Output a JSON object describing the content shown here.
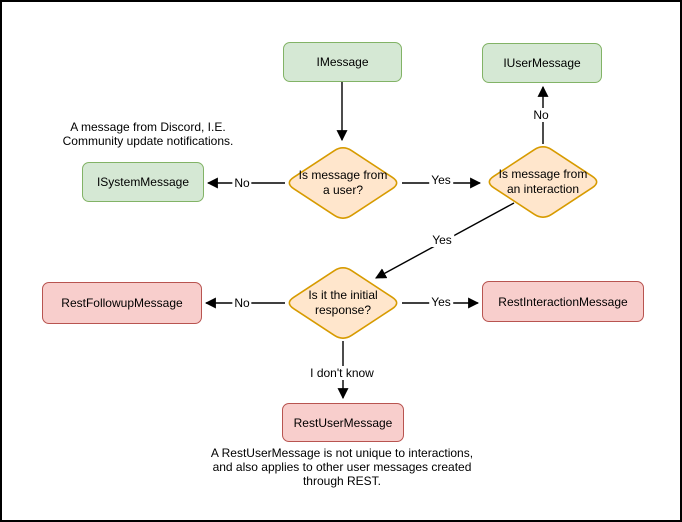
{
  "colors": {
    "background": "#ffffff",
    "border": "#000000",
    "text": "#000000",
    "arrow": "#000000",
    "green_fill": "#d5e8d4",
    "green_stroke": "#82b366",
    "orange_fill": "#ffe6cc",
    "orange_stroke": "#d79b00",
    "red_fill": "#f8cecc",
    "red_stroke": "#b85450"
  },
  "nodes": {
    "imessage": {
      "label": "IMessage"
    },
    "iusermessage": {
      "label": "IUserMessage"
    },
    "isystemmessage": {
      "label": "ISystemMessage"
    },
    "decision_user": {
      "label": "Is message from\na user?"
    },
    "decision_interaction": {
      "label": "Is message from\nan interaction"
    },
    "decision_initial": {
      "label": "Is it the initial\nresponse?"
    },
    "restfollowupmessage": {
      "label": "RestFollowupMessage"
    },
    "restinteractionmessage": {
      "label": "RestInteractionMessage"
    },
    "restusermessage": {
      "label": "RestUserMessage"
    }
  },
  "edge_labels": {
    "user_no": "No",
    "user_yes": "Yes",
    "interaction_no": "No",
    "interaction_yes": "Yes",
    "initial_no": "No",
    "initial_yes": "Yes",
    "initial_unknown": "I don't know"
  },
  "annotations": {
    "system_note": "A message from Discord, I.E.\nCommunity update notifications.",
    "rest_user_note": "A RestUserMessage is not unique to interactions,\nand also applies to other user messages created\nthrough REST."
  }
}
